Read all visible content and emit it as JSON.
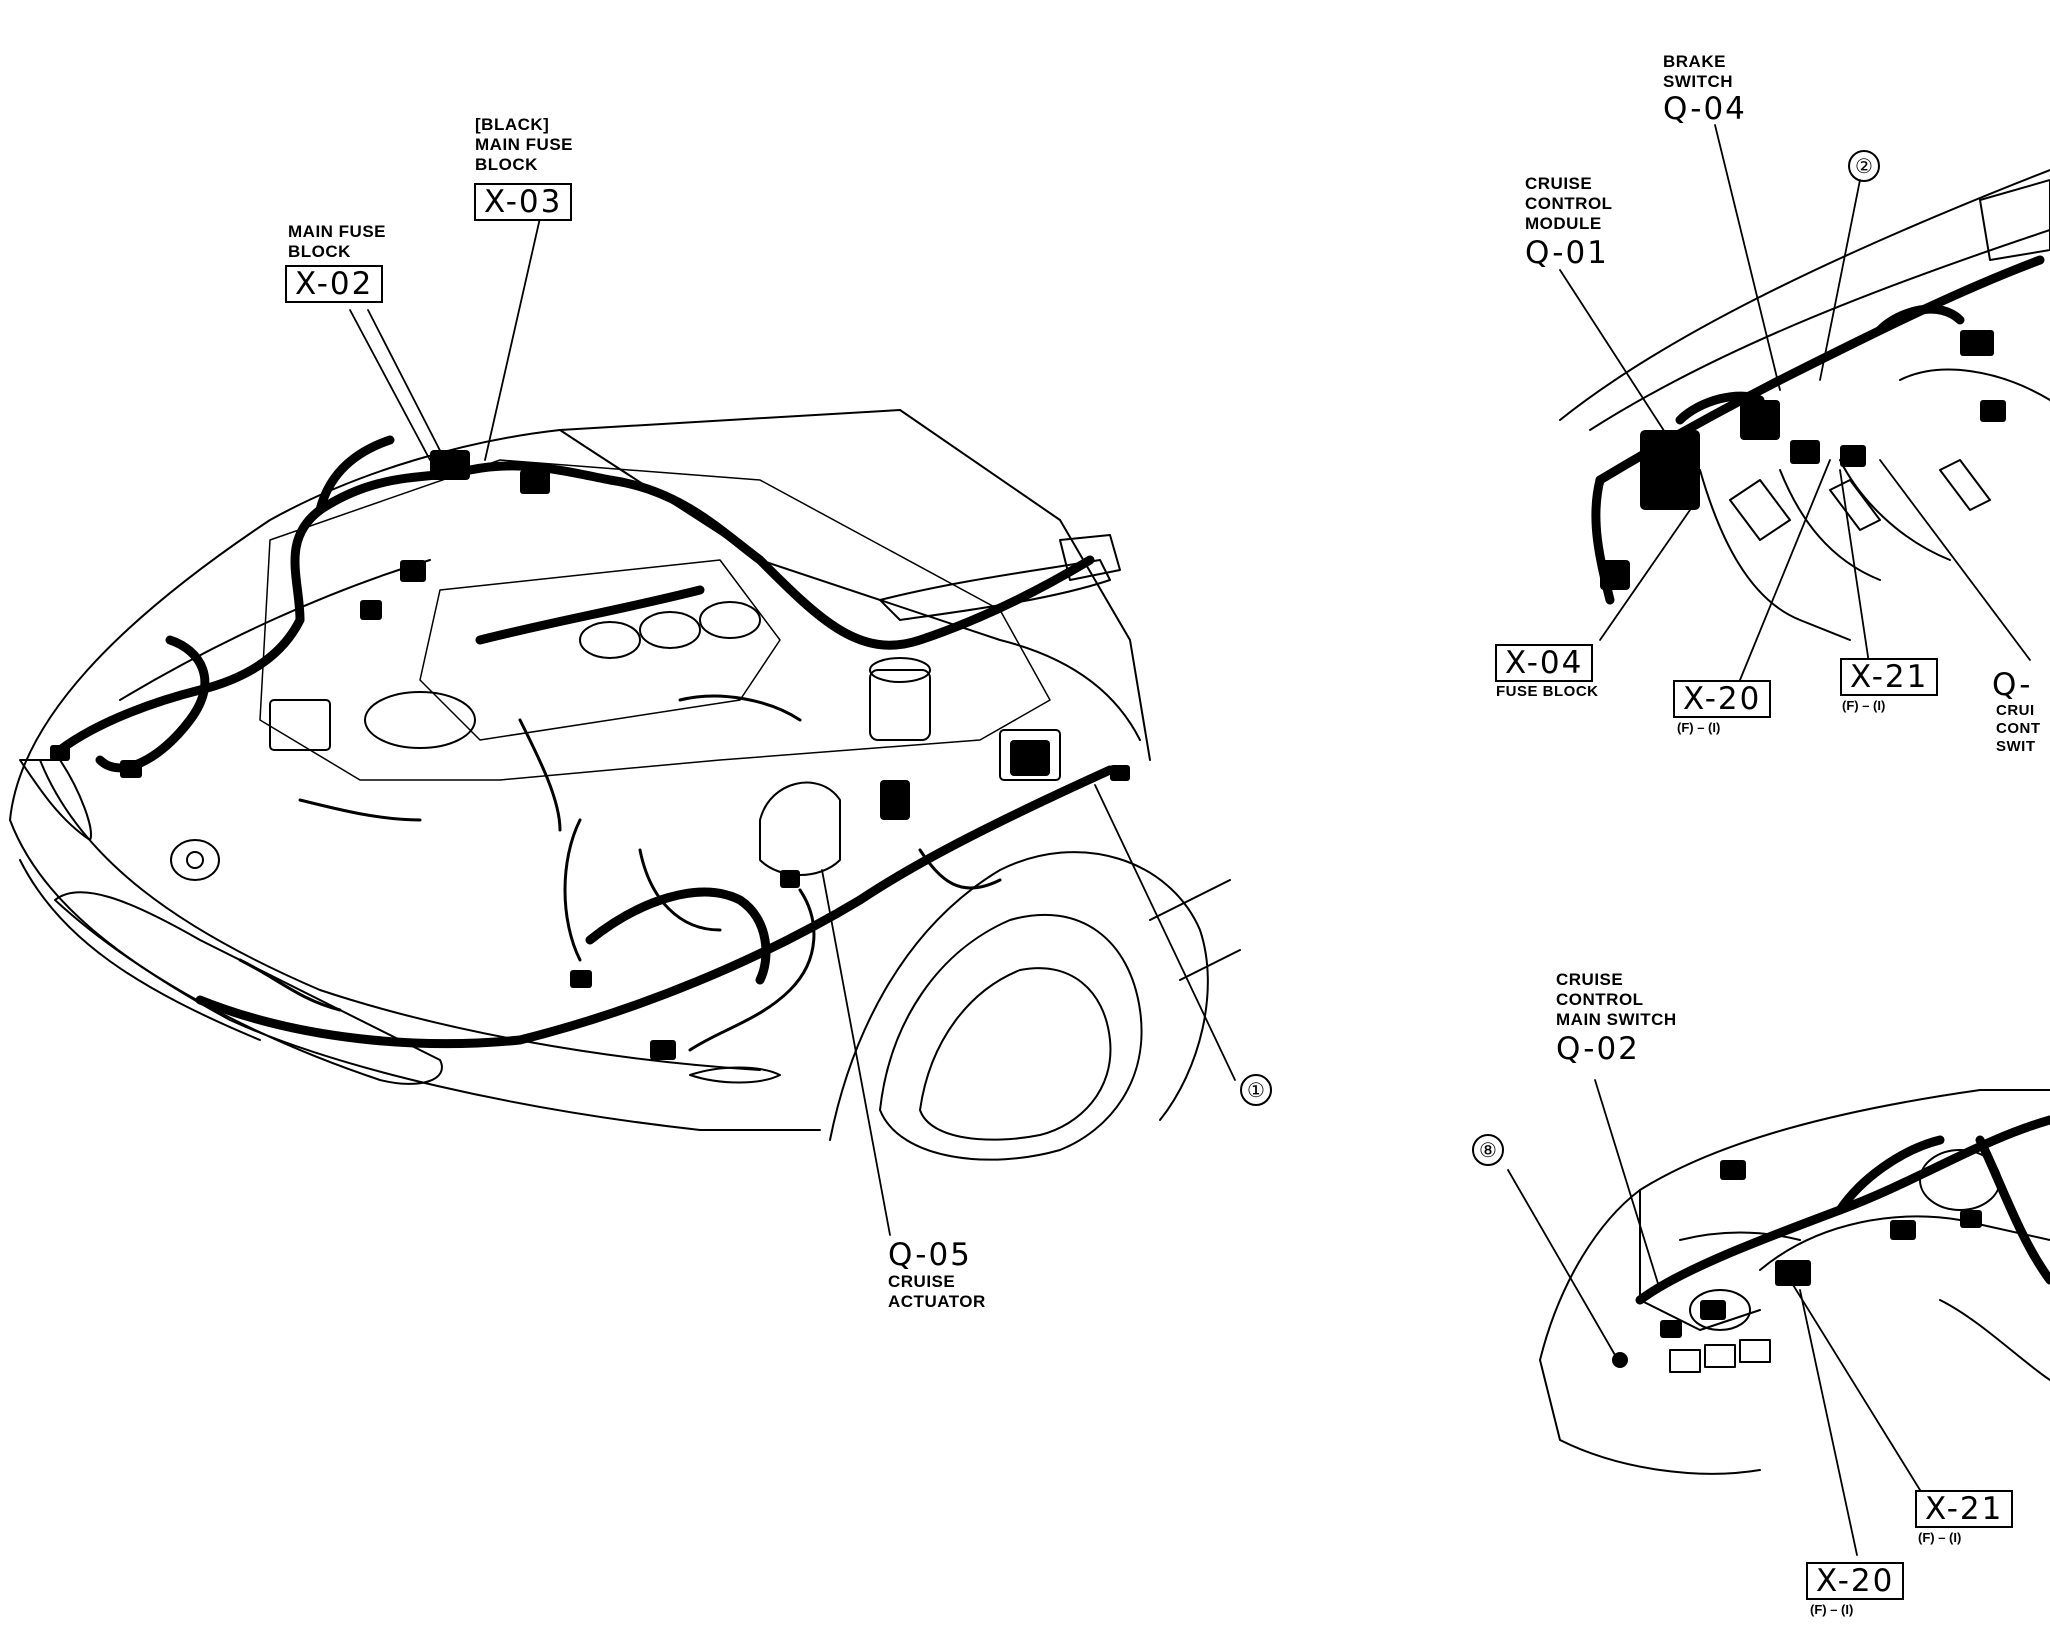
{
  "left_view": {
    "x03": {
      "label_lines": [
        "[BLACK]",
        "MAIN FUSE",
        "BLOCK"
      ],
      "code": "X-03"
    },
    "x02": {
      "label_lines": [
        "MAIN FUSE",
        "BLOCK"
      ],
      "code": "X-02"
    },
    "q05": {
      "code": "Q-05",
      "label_lines": [
        "CRUISE",
        "ACTUATOR"
      ]
    },
    "callout_1": "①"
  },
  "upper_right_view": {
    "q04": {
      "label_lines": [
        "BRAKE",
        "SWITCH"
      ],
      "code": "Q-04"
    },
    "q01": {
      "label_lines": [
        "CRUISE",
        "CONTROL",
        "MODULE"
      ],
      "code": "Q-01"
    },
    "callout_2": "②",
    "x04": {
      "code": "X-04",
      "label": "FUSE BLOCK"
    },
    "x20": {
      "code": "X-20",
      "sub": "(F) – (I)"
    },
    "x21": {
      "code": "X-21",
      "sub": "(F) – (I)"
    },
    "q03_partial": {
      "code": "Q-",
      "label_lines": [
        "CRUI",
        "CONT",
        "SWIT"
      ]
    }
  },
  "lower_right_view": {
    "q02": {
      "label_lines": [
        "CRUISE",
        "CONTROL",
        "MAIN SWITCH"
      ],
      "code": "Q-02"
    },
    "callout_8": "⑧",
    "x21": {
      "code": "X-21",
      "sub": "(F) – (I)"
    },
    "x20": {
      "code": "X-20",
      "sub": "(F) – (I)"
    }
  }
}
